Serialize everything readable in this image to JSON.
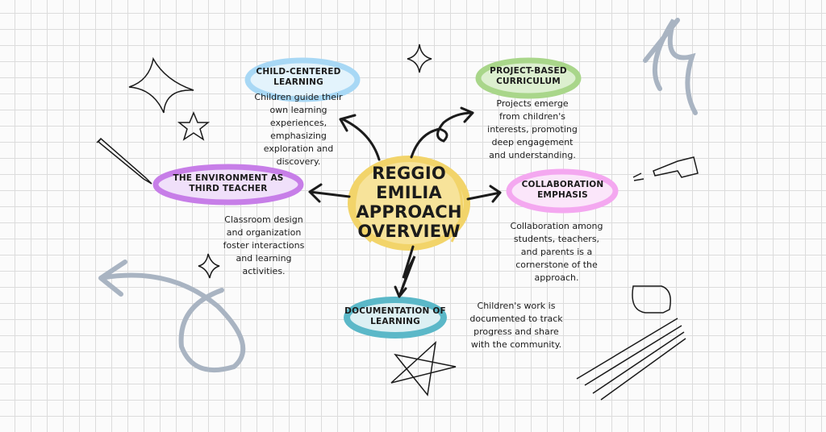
{
  "central": {
    "lines": [
      "REGGIO",
      "EMILIA",
      "APPROACH",
      "OVERVIEW"
    ],
    "color": "#f5dc7a"
  },
  "nodes": [
    {
      "id": "child-centered",
      "title_lines": [
        "CHILD-CENTERED",
        "LEARNING"
      ],
      "color": "#a8d8f5",
      "desc_lines": [
        "Children guide their",
        "own learning",
        "experiences,",
        "emphasizing",
        "exploration and",
        "discovery."
      ]
    },
    {
      "id": "project-based",
      "title_lines": [
        "PROJECT-BASED",
        "CURRICULUM"
      ],
      "color": "#a9d68a",
      "desc_lines": [
        "Projects emerge",
        "from children's",
        "interests, promoting",
        "deep engagement",
        "and understanding."
      ]
    },
    {
      "id": "environment",
      "title_lines": [
        "THE ENVIRONMENT AS",
        "THIRD TEACHER"
      ],
      "color": "#c77ee8",
      "desc_lines": [
        "Classroom design",
        "and organization",
        "foster interactions",
        "and learning",
        "activities."
      ]
    },
    {
      "id": "collaboration",
      "title_lines": [
        "COLLABORATION",
        "EMPHASIS"
      ],
      "color": "#f4a8f0",
      "desc_lines": [
        "Collaboration among",
        "students, teachers,",
        "and parents is a",
        "cornerstone of the",
        "approach."
      ]
    },
    {
      "id": "documentation",
      "title_lines": [
        "DOCUMENTATION OF",
        "LEARNING"
      ],
      "color": "#5bb8c8",
      "desc_lines": [
        "Children's work is",
        "documented to track",
        "progress and share",
        "with the community."
      ]
    }
  ]
}
